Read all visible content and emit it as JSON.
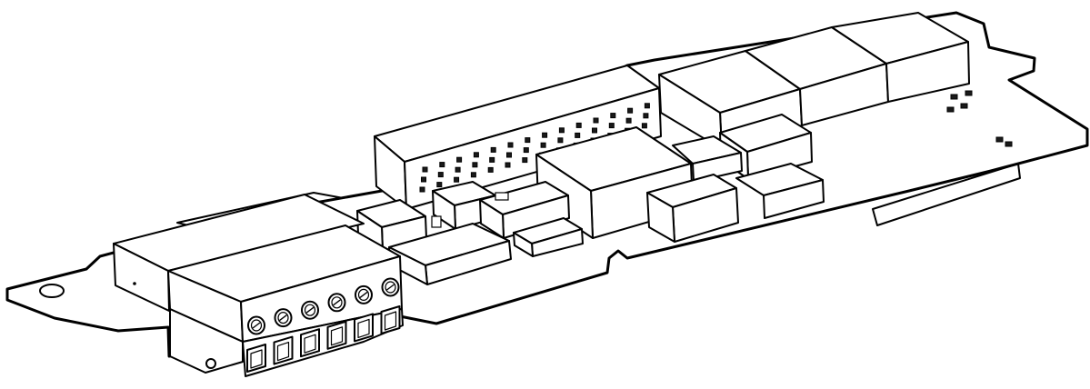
{
  "figure": {
    "subject": "",
    "colors": {
      "line": "#000000",
      "fill": "#ffffff",
      "background": "#ffffff"
    }
  },
  "components": {
    "header_pins": {
      "rows": 3,
      "cols": 14
    },
    "terminal_block": {
      "screw_count": 6
    }
  }
}
